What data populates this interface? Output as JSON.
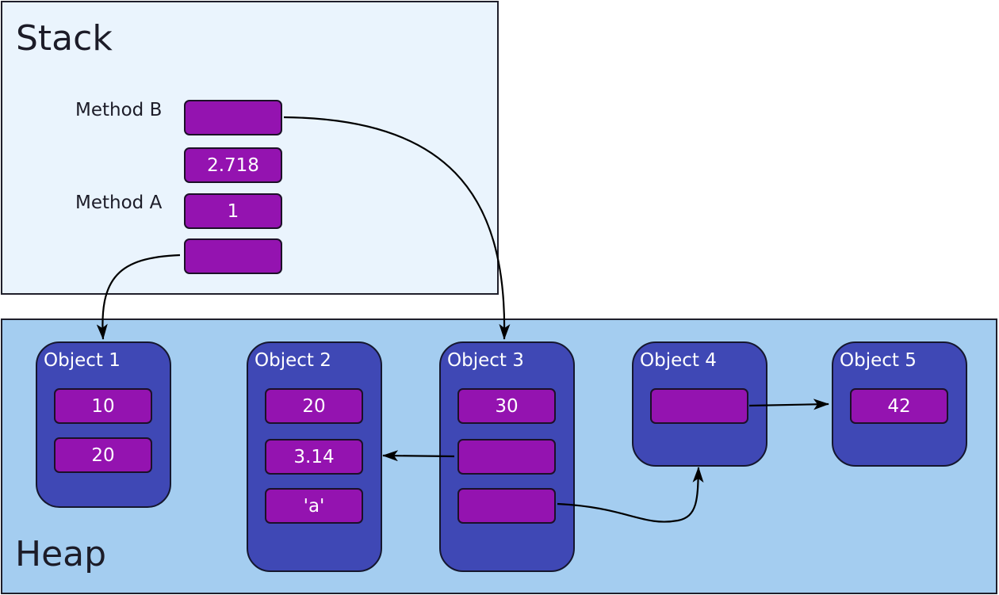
{
  "stack": {
    "title": "Stack",
    "method_b_label": "Method B",
    "method_a_label": "Method A",
    "slots": [
      "",
      "2.718",
      "1",
      ""
    ]
  },
  "heap": {
    "title": "Heap",
    "objects": [
      {
        "title": "Object 1",
        "fields": [
          "10",
          "20"
        ]
      },
      {
        "title": "Object 2",
        "fields": [
          "20",
          "3.14",
          "'a'"
        ]
      },
      {
        "title": "Object 3",
        "fields": [
          "30",
          "",
          ""
        ]
      },
      {
        "title": "Object 4",
        "fields": [
          ""
        ]
      },
      {
        "title": "Object 5",
        "fields": [
          "42"
        ]
      }
    ]
  },
  "colors": {
    "stack_background": "#eaf4fd",
    "heap_background": "#a4cdf0",
    "object_fill": "#3f48b5",
    "slot_fill": "#9413b0",
    "arrow": "#000000"
  }
}
